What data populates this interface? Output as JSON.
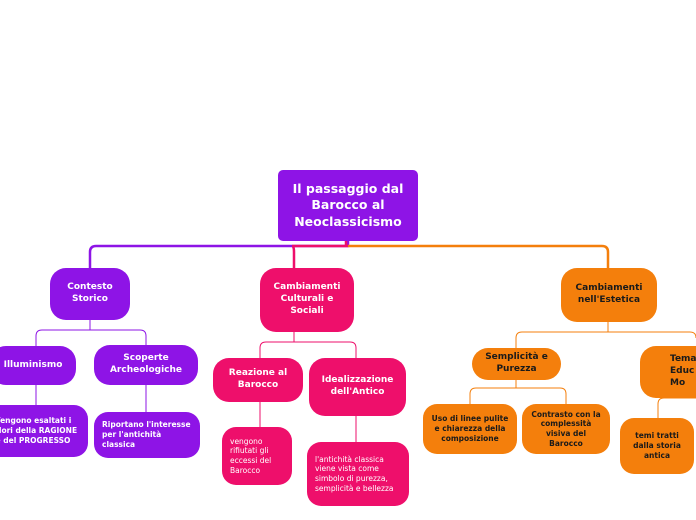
{
  "root": {
    "label": "Il passaggio dal Barocco al Neoclassicismo"
  },
  "branches": {
    "contesto": {
      "label": "Contesto Storico",
      "children": {
        "illuminismo": {
          "label": "Illuminismo",
          "detail": "Vengono esaltati i valori della RAGIONE e del PROGRESSO"
        },
        "scoperte": {
          "label": "Scoperte Archeologiche",
          "detail": "Riportano l'interesse per l'antichità classica"
        }
      }
    },
    "cambiamenti_culturali": {
      "label": "Cambiamenti Culturali e Sociali",
      "children": {
        "reazione": {
          "label": "Reazione al Barocco",
          "detail": "vengono rifiutati gli eccessi del Barocco"
        },
        "idealizzazione": {
          "label": "Idealizzazione dell'Antico",
          "detail": "l'antichità classica viene vista come simbolo di purezza, semplicità e bellezza"
        }
      }
    },
    "cambiamenti_estetica": {
      "label": "Cambiamenti nell'Estetica",
      "children": {
        "semplicita": {
          "label": "Semplicità e Purezza",
          "details": [
            "Uso di linee pulite e chiarezza della composizione",
            "Contrasto con la complessità visiva del Barocco"
          ]
        },
        "temi": {
          "label": "Temati Educ Mo",
          "detail": "temi tratti dalla storia antica"
        }
      }
    }
  },
  "colors": {
    "purple": "#8e14e6",
    "pink": "#ee0f6b",
    "orange": "#f47f0c"
  }
}
